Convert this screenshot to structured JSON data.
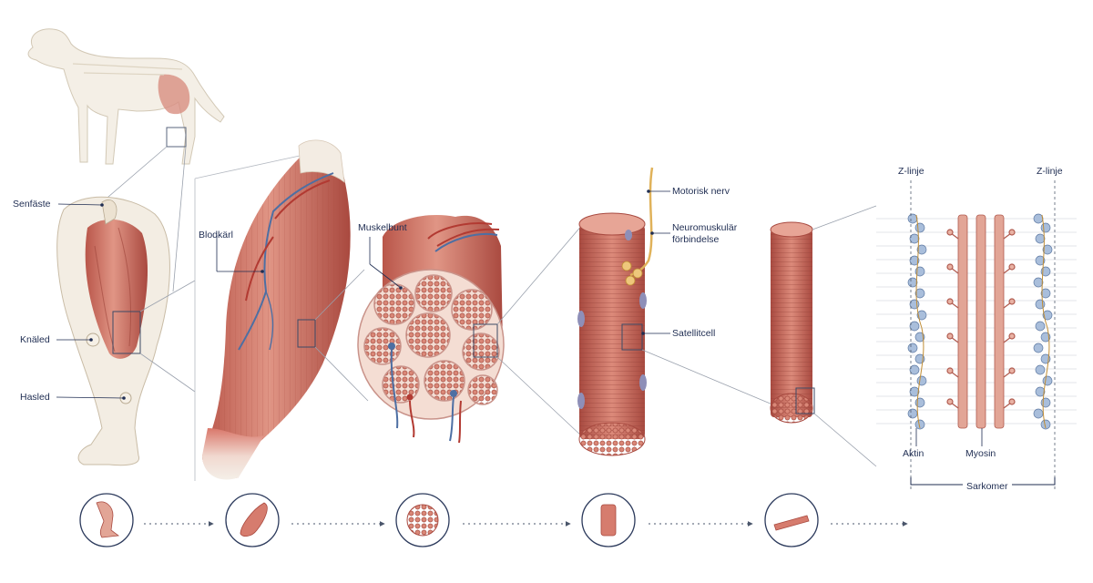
{
  "labels": {
    "senfaste": "Senfäste",
    "knaled": "Knäled",
    "hasled": "Hasled",
    "blodkarl": "Blodkärl",
    "muskelbunt": "Muskelbunt",
    "motorisk_nerv": "Motorisk nerv",
    "neuromuskular_line1": "Neuromuskulär",
    "neuromuskular_line2": "förbindelse",
    "satellitcell": "Satellitcell",
    "z_linje_left": "Z-linje",
    "z_linje_right": "Z-linje",
    "aktin": "Aktin",
    "myosin": "Myosin",
    "sarkomer": "Sarkomer"
  },
  "steps": [
    {
      "icon": "leg-icon"
    },
    {
      "icon": "muscle-icon"
    },
    {
      "icon": "fascicle-cross-section-icon"
    },
    {
      "icon": "muscle-fiber-icon"
    },
    {
      "icon": "myofibril-icon"
    }
  ],
  "colors": {
    "muscle": "#cf7466",
    "muscle_dark": "#a9493f",
    "muscle_light": "#e8a79b",
    "tendon": "#efe7dc",
    "bone": "#eee6d6",
    "vein": "#4d6fa3",
    "artery": "#b23a32",
    "nerve": "#e0b25a",
    "label": "#1f2d52",
    "actin": "#a9bedb",
    "line": "#556070"
  }
}
